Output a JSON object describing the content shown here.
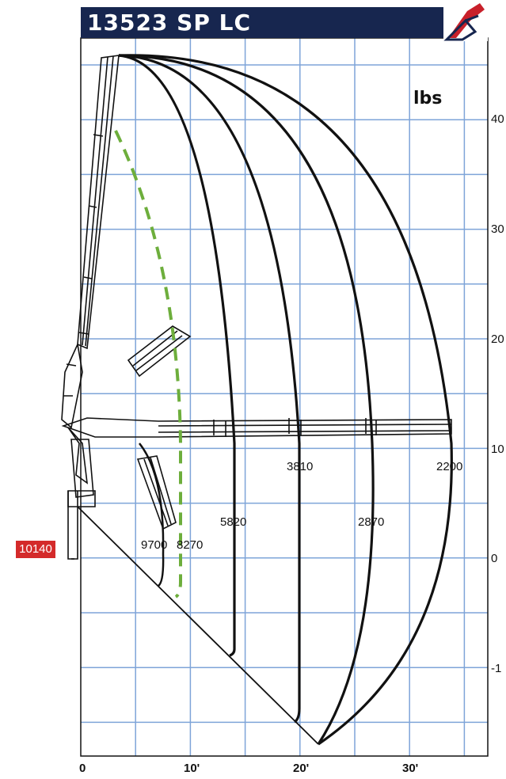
{
  "header": {
    "title": "13523 SP LC",
    "logo_icon": "crane-logo-icon"
  },
  "units_label": "lbs",
  "base_capacity": "10140",
  "load_labels": {
    "inner_a": "9700",
    "inner_b": "8270",
    "mid": "5820",
    "curve_3810": "3810",
    "curve_2870": "2870",
    "outer": "2200"
  },
  "y_axis_ticks": [
    "40",
    "30",
    "20",
    "10",
    "0",
    "-1"
  ],
  "x_axis_ticks": [
    "0",
    "10'",
    "20'",
    "30'"
  ],
  "colors": {
    "title_bar": "#17264f",
    "grid": "#7ea4d8",
    "dashed_curve": "#6dae3c",
    "badge": "#d42a2a"
  }
}
